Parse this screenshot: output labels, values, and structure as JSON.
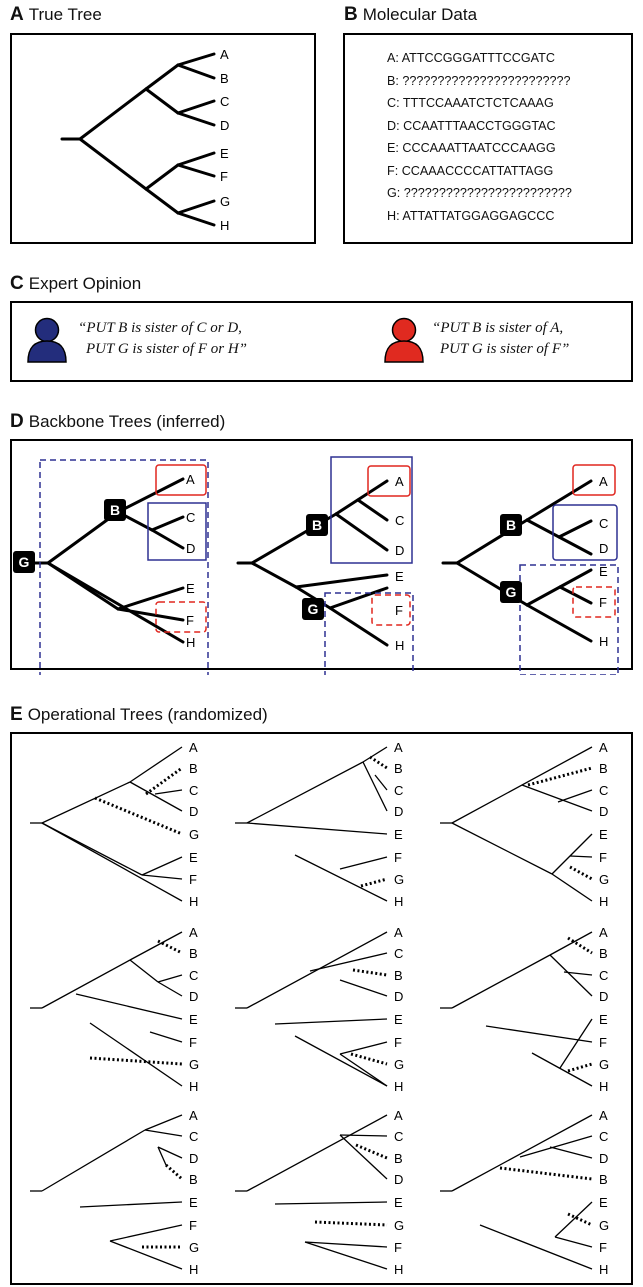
{
  "panels": {
    "a": {
      "letter": "A",
      "title": "True Tree"
    },
    "b": {
      "letter": "B",
      "title": "Molecular Data"
    },
    "c": {
      "letter": "C",
      "title": "Expert Opinion"
    },
    "d": {
      "letter": "D",
      "title": "Backbone Trees (inferred)"
    },
    "e": {
      "letter": "E",
      "title": "Operational Trees (randomized)"
    }
  },
  "true_tree_leaves": [
    "A",
    "B",
    "C",
    "D",
    "E",
    "F",
    "G",
    "H"
  ],
  "sequences": [
    "A: ATTCCGGGATTTCCGATC",
    "B: ????????????????????????",
    "C: TTTCCAAATCTCTCAAAG",
    "D: CCAATTTAACCTGGGTAC",
    "E: CCCAAATTAATCCCAAGG",
    "F: CCAAACCCCATTATTAGG",
    "G: ????????????????????????",
    "H: ATTATTATGGAGGAGCCC"
  ],
  "experts": [
    {
      "line1": "“PUT B is sister of C or D,",
      "line2": "PUT G is sister of F or H”",
      "color": "#232d7c"
    },
    {
      "line1": "“PUT B is sister of A,",
      "line2": "PUT G is sister of F”",
      "color": "#e02a20"
    }
  ],
  "colors": {
    "blue": "#2e3192",
    "red": "#e0261f"
  },
  "backbone": {
    "node_labels": {
      "b": "B",
      "g": "G"
    },
    "leaves_1": [
      "A",
      "C",
      "D",
      "E",
      "F",
      "H"
    ],
    "leaves_2": [
      "A",
      "C",
      "D",
      "E",
      "F",
      "H"
    ],
    "leaves_3": [
      "A",
      "C",
      "D",
      "E",
      "F",
      "H"
    ]
  },
  "operational_trees": [
    [
      "A",
      "B",
      "C",
      "D",
      "G",
      "E",
      "F",
      "H"
    ],
    [
      "A",
      "B",
      "C",
      "D",
      "E",
      "F",
      "G",
      "H"
    ],
    [
      "A",
      "B",
      "C",
      "D",
      "E",
      "F",
      "G",
      "H"
    ],
    [
      "A",
      "B",
      "C",
      "D",
      "E",
      "F",
      "G",
      "H"
    ],
    [
      "A",
      "C",
      "B",
      "D",
      "E",
      "F",
      "G",
      "H"
    ],
    [
      "A",
      "B",
      "C",
      "D",
      "E",
      "F",
      "G",
      "H"
    ],
    [
      "A",
      "C",
      "D",
      "B",
      "E",
      "F",
      "G",
      "H"
    ],
    [
      "A",
      "C",
      "B",
      "D",
      "E",
      "G",
      "F",
      "H"
    ],
    [
      "A",
      "C",
      "D",
      "B",
      "E",
      "G",
      "F",
      "H"
    ]
  ]
}
